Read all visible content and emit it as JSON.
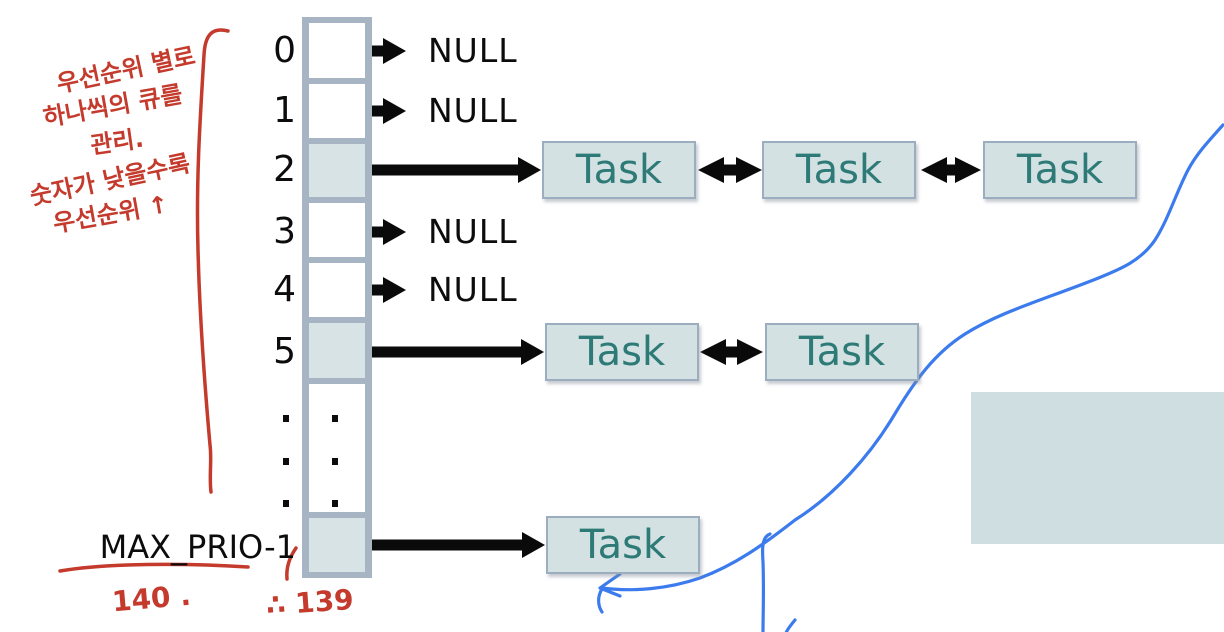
{
  "page": {
    "background": "#ffffff"
  },
  "colors": {
    "red_pen": "#c43a2c",
    "blue_pen": "#3c7bed",
    "array_border": "#a6b4c4",
    "cell_fill": "#d7e3e5",
    "task_fill": "#d3e1e3",
    "task_border": "#9dadc0",
    "task_text": "#2e7a77",
    "panel_fill": "#cfdfe1"
  },
  "array": {
    "rows": [
      {
        "index": "0",
        "value": "NULL"
      },
      {
        "index": "1",
        "value": "NULL"
      },
      {
        "index": "2",
        "value": "tasks",
        "task_count": 3
      },
      {
        "index": "3",
        "value": "NULL"
      },
      {
        "index": "4",
        "value": "NULL"
      },
      {
        "index": "5",
        "value": "tasks",
        "task_count": 2
      },
      {
        "index": "MAX_PRIO-1",
        "value": "tasks",
        "task_count": 1
      }
    ],
    "ellipsis_rows": 3
  },
  "labels": {
    "task": "Task",
    "null_value": "NULL"
  },
  "handwriting": {
    "red_note_lines": [
      "우선순위 별로",
      "하나씩의 큐를",
      "관리.",
      "숫자가 낮을수록",
      "우선순위 ↑"
    ],
    "below_label_value": "140 .",
    "therefore_value": "∴ 139"
  }
}
